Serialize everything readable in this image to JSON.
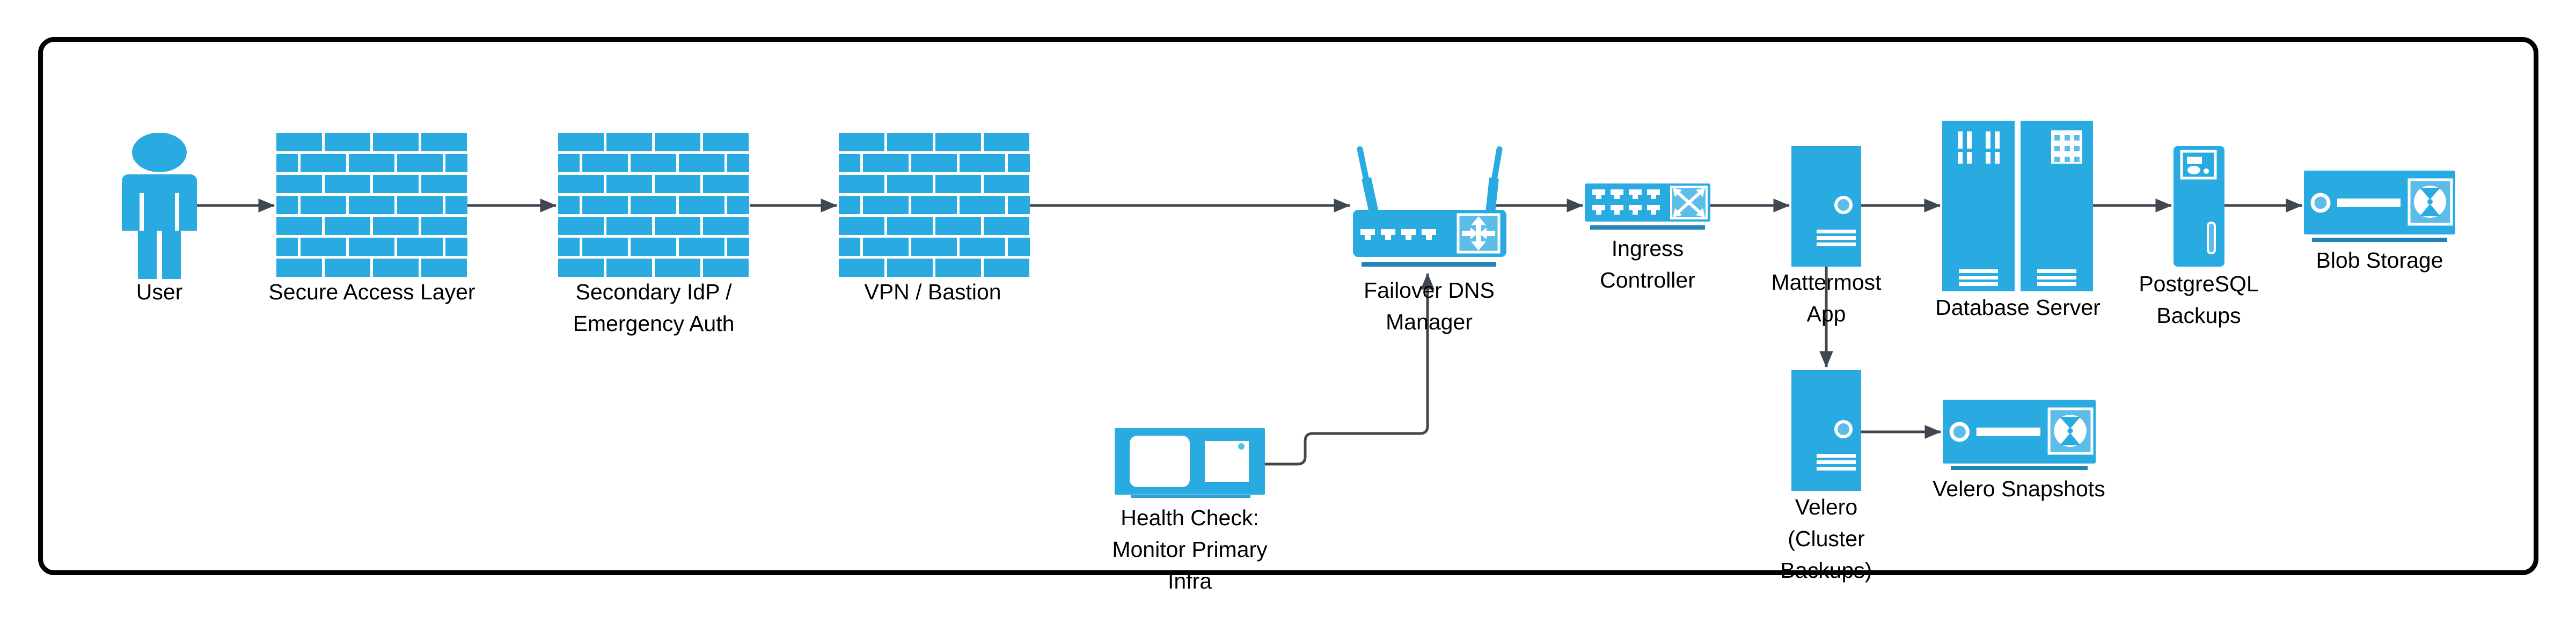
{
  "diagram": {
    "type": "infrastructure-failover-architecture",
    "colors": {
      "icon": "#29ABE1",
      "icon_accent": "#5BBDE8",
      "icon_bar": "#2385B6",
      "health_underline": "#2E9FD9",
      "connector": "#40474F",
      "text": "#000000",
      "border": "#000000",
      "background": "#FFFFFF"
    },
    "nodes": {
      "user": {
        "icon": "person-icon",
        "lines": [
          "User"
        ]
      },
      "secure_access_layer": {
        "icon": "firewall-icon",
        "lines": [
          "Secure Access Layer"
        ]
      },
      "secondary_idp": {
        "icon": "firewall-icon",
        "lines": [
          "Secondary IdP /",
          "Emergency Auth"
        ]
      },
      "vpn_bastion": {
        "icon": "firewall-icon",
        "lines": [
          "VPN / Bastion"
        ]
      },
      "failover_dns_manager": {
        "icon": "wireless-router-icon",
        "lines": [
          "Failover DNS",
          "Manager"
        ]
      },
      "ingress_controller": {
        "icon": "switch-icon",
        "lines": [
          "Ingress",
          "Controller"
        ]
      },
      "mattermost_app": {
        "icon": "server-tower-icon",
        "lines": [
          "Mattermost",
          "App"
        ]
      },
      "database_server": {
        "icon": "server-rack-icon",
        "lines": [
          "Database Server"
        ]
      },
      "postgresql_backups": {
        "icon": "backup-server-icon",
        "lines": [
          "PostgreSQL",
          "Backups"
        ]
      },
      "blob_storage": {
        "icon": "tape-drive-icon",
        "lines": [
          "Blob Storage"
        ]
      },
      "health_check": {
        "icon": "monitor-icon",
        "lines": [
          "Health Check:",
          "Monitor Primary",
          "Infra"
        ]
      },
      "velero": {
        "icon": "server-tower-icon",
        "lines": [
          "Velero",
          "(Cluster",
          "Backups)"
        ]
      },
      "velero_snapshots": {
        "icon": "tape-drive-icon",
        "lines": [
          "Velero Snapshots"
        ]
      }
    },
    "edges": [
      {
        "from": "user",
        "to": "secure_access_layer"
      },
      {
        "from": "secure_access_layer",
        "to": "secondary_idp"
      },
      {
        "from": "secondary_idp",
        "to": "vpn_bastion"
      },
      {
        "from": "vpn_bastion",
        "to": "failover_dns_manager"
      },
      {
        "from": "failover_dns_manager",
        "to": "ingress_controller"
      },
      {
        "from": "ingress_controller",
        "to": "mattermost_app"
      },
      {
        "from": "mattermost_app",
        "to": "database_server"
      },
      {
        "from": "database_server",
        "to": "postgresql_backups"
      },
      {
        "from": "postgresql_backups",
        "to": "blob_storage"
      },
      {
        "from": "mattermost_app",
        "to": "velero"
      },
      {
        "from": "velero",
        "to": "velero_snapshots"
      },
      {
        "from": "health_check",
        "to": "failover_dns_manager"
      }
    ]
  }
}
